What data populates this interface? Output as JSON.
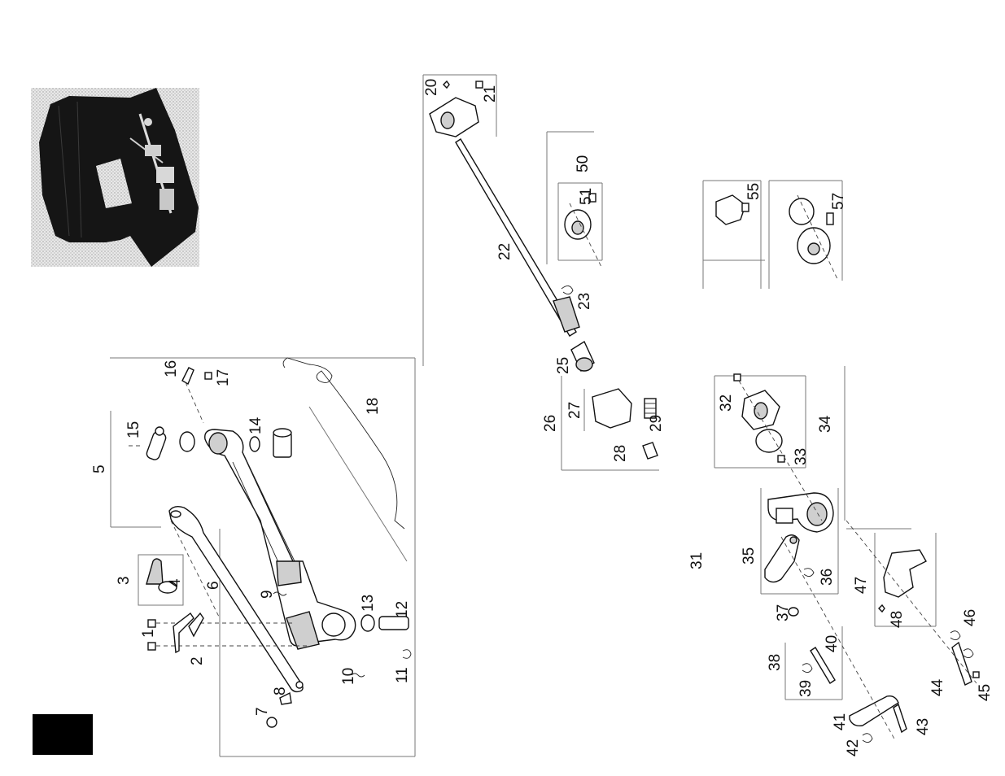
{
  "callouts": {
    "c1": "1",
    "c2": "2",
    "c3": "3",
    "c4": "4",
    "c5": "5",
    "c6": "6",
    "c7": "7",
    "c8": "8",
    "c9": "9",
    "c10": "10",
    "c11": "11",
    "c12": "12",
    "c13": "13",
    "c14": "14",
    "c15": "15",
    "c16": "16",
    "c17": "17",
    "c18": "18",
    "c20": "20",
    "c21": "21",
    "c22": "22",
    "c23": "23",
    "c25": "25",
    "c26": "26",
    "c27": "27",
    "c28": "28",
    "c29": "29",
    "c31": "31",
    "c32": "32",
    "c33": "33",
    "c34": "34",
    "c35": "35",
    "c36": "36",
    "c37": "37",
    "c38": "38",
    "c39": "39",
    "c40": "40",
    "c41": "41",
    "c42": "42",
    "c43": "43",
    "c44": "44",
    "c45": "45",
    "c46": "46",
    "c47": "47",
    "c48": "48",
    "c50": "50",
    "c51": "51",
    "c55": "55",
    "c57": "57"
  }
}
